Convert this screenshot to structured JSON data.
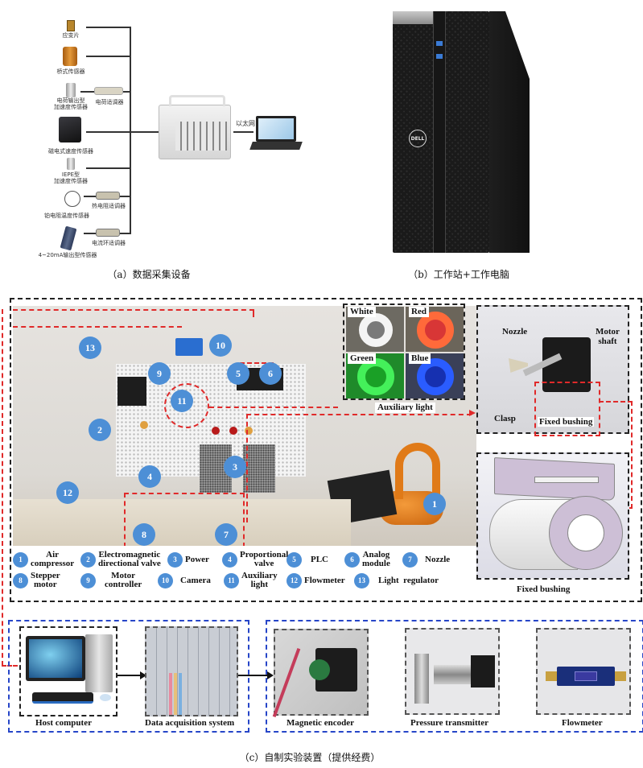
{
  "panel_a": {
    "caption": "（a）数据采集设备",
    "sensors": [
      {
        "name": "应变片",
        "icon": "strain-gauge-icon"
      },
      {
        "name": "桥式传感器",
        "icon": "bridge-sensor-icon"
      },
      {
        "name": "电荷输出型加速度传感器",
        "line1": "电荷输出型",
        "line2": "加速度传感器",
        "conditioner": "电荷适调器",
        "icon": "charge-accelerometer-icon"
      },
      {
        "name": "磁电式速度传感器",
        "icon": "magnetoelectric-velocity-sensor-icon"
      },
      {
        "name": "IEPE型加速度传感器",
        "line1": "IEPE型",
        "line2": "加速度传感器",
        "icon": "iepe-accelerometer-icon"
      },
      {
        "name": "铂电阻温度传感器",
        "conditioner": "热电阻适调器",
        "icon": "platinum-rtd-icon"
      },
      {
        "name": "4~20mA输出型传感器",
        "conditioner": "电流环适调器",
        "icon": "current-loop-sensor-icon"
      }
    ],
    "link_label": "以太网"
  },
  "panel_b": {
    "caption": "（b）工作站+工作电脑",
    "brand": "DELL"
  },
  "panel_c": {
    "caption": "（c）自制实验装置（提供经费）",
    "markers": [
      "1",
      "2",
      "3",
      "4",
      "5",
      "6",
      "7",
      "8",
      "9",
      "10",
      "11",
      "12",
      "13"
    ],
    "aux_light": {
      "title": "Auxiliary light",
      "colors": [
        {
          "name": "White",
          "color": "#f4f4f4"
        },
        {
          "name": "Red",
          "color": "#ff6a3a"
        },
        {
          "name": "Green",
          "color": "#2fe04a"
        },
        {
          "name": "Blue",
          "color": "#2a5cff"
        }
      ]
    },
    "nozzle_callouts": {
      "nozzle": "Nozzle",
      "motor_shaft_1": "Motor",
      "motor_shaft_2": "shaft",
      "clasp": "Clasp",
      "fixed_bushing": "Fixed bushing"
    },
    "bushing_caption": "Fixed bushing",
    "legend": [
      {
        "num": "1",
        "l1": "Air",
        "l2": "compressor"
      },
      {
        "num": "2",
        "l1": "Electromagnetic",
        "l2": "directional valve"
      },
      {
        "num": "3",
        "l1": "Power",
        "l2": ""
      },
      {
        "num": "4",
        "l1": "Proportional",
        "l2": "valve"
      },
      {
        "num": "5",
        "l1": "PLC",
        "l2": ""
      },
      {
        "num": "6",
        "l1": "Analog",
        "l2": "module"
      },
      {
        "num": "7",
        "l1": "Nozzle",
        "l2": ""
      },
      {
        "num": "8",
        "l1": "Stepper",
        "l2": "motor"
      },
      {
        "num": "9",
        "l1": "Motor",
        "l2": "controller"
      },
      {
        "num": "10",
        "l1": "Camera",
        "l2": ""
      },
      {
        "num": "11",
        "l1": "Auxiliary",
        "l2": "light"
      },
      {
        "num": "12",
        "l1": "Flowmeter",
        "l2": ""
      },
      {
        "num": "13",
        "l1": "Light  regulator",
        "l2": ""
      }
    ],
    "bottom": {
      "host_computer": "Host computer",
      "daq_system": "Data acquisition system",
      "magnetic_encoder": "Magnetic encoder",
      "pressure_transmitter": "Pressure transmitter",
      "flowmeter": "Flowmeter"
    },
    "colors": {
      "marker": "#4d8fd6",
      "red_dash": "#e02a2a",
      "blue_dash": "#2746c8",
      "black_dash": "#222222"
    }
  }
}
